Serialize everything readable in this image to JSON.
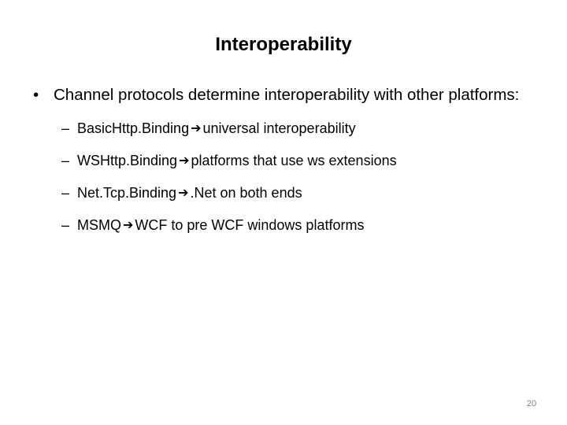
{
  "slide": {
    "title": "Interoperability",
    "page_number": "20",
    "text_color": "#000000",
    "page_number_color": "#808080",
    "background_color": "#ffffff"
  },
  "bullets": [
    {
      "marker": "•",
      "text": "Channel protocols determine interoperability with other platforms:",
      "level": 1
    }
  ],
  "sub_bullets": [
    {
      "marker": "–",
      "term": "BasicHttp.Binding",
      "arrow": "➔",
      "description": "universal interoperability"
    },
    {
      "marker": "–",
      "term": "WSHttp.Binding",
      "arrow": "➔",
      "description": "platforms that use ws extensions"
    },
    {
      "marker": "–",
      "term": "Net.Tcp.Binding",
      "arrow": "➔",
      "description": ".Net on both ends"
    },
    {
      "marker": "–",
      "term": "MSMQ",
      "arrow": "➔",
      "description": "WCF to pre WCF windows platforms"
    }
  ]
}
